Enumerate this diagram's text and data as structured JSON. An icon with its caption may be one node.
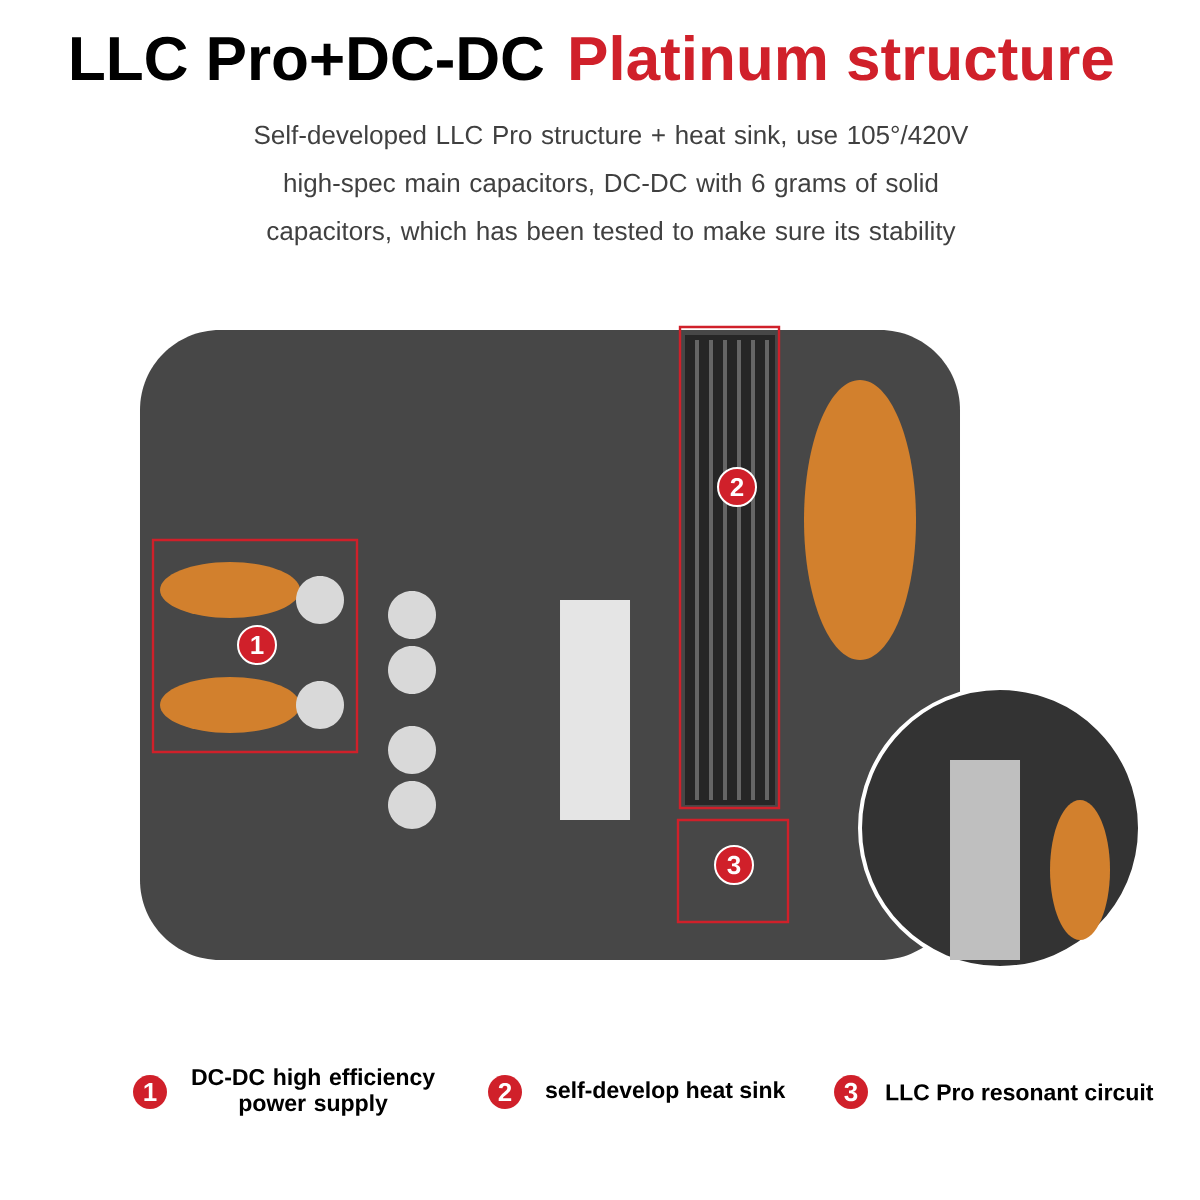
{
  "diagram": {
    "title": "LLC Pro+DC-DC",
    "caption": "Self-developed LLC Pro structure + heat sink, use 105°/420V high-spec main capacitors, DC-DC with 6 grams of solid capacitors, which has been tested to make sure its stability",
    "nodes": [
      {
        "text": [],
        "shape": "picture"
      },
      {
        "text": [
          "1"
        ],
        "in": 0
      },
      {
        "text": [
          "2"
        ],
        "in": 0
      },
      {
        "text": [
          "3"
        ],
        "in": 0
      },
      {
        "text": [],
        "shape": "picture"
      }
    ],
    "labels": [
      "Platinum structure",
      "1",
      "DC-DC high efficiency power supply",
      "2",
      "self-develop heat sink",
      "3",
      "LLC Pro resonant circuit"
    ]
  }
}
